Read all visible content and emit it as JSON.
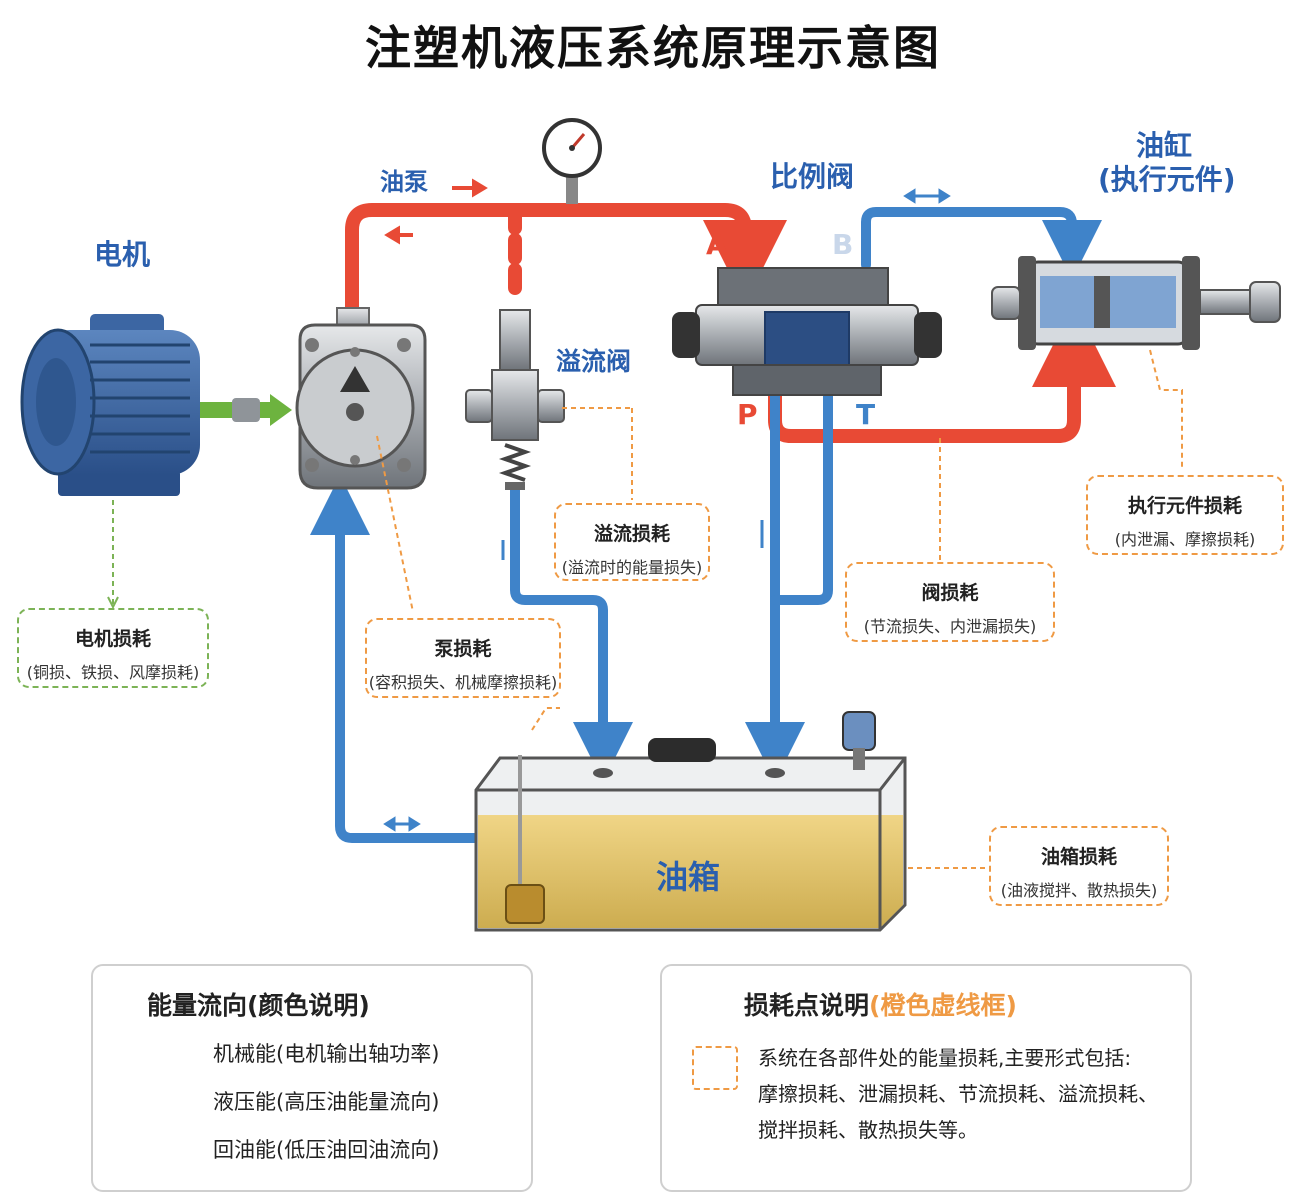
{
  "title": "注塑机液压系统原理示意图",
  "components": {
    "motor": "电机",
    "pump": "油泵",
    "relief_valve": "溢流阀",
    "proportional_valve": "比例阀",
    "cylinder_line1": "油缸",
    "cylinder_line2": "(执行元件)",
    "tank": "油箱"
  },
  "ports": {
    "a": "A",
    "b": "B",
    "p": "P",
    "t": "T"
  },
  "losses": {
    "motor": {
      "title": "电机损耗",
      "detail": "(铜损、铁损、风摩损耗)"
    },
    "pump": {
      "title": "泵损耗",
      "detail": "(容积损失、机械摩擦损耗)"
    },
    "relief": {
      "title": "溢流损耗",
      "detail": "(溢流时的能量损失)"
    },
    "valve": {
      "title": "阀损耗",
      "detail": "(节流损失、内泄漏损失)"
    },
    "actuator": {
      "title": "执行元件损耗",
      "detail": "(内泄漏、摩擦损耗)"
    },
    "tank": {
      "title": "油箱损耗",
      "detail": "(油液搅拌、散热损失)"
    }
  },
  "legend": {
    "title": "能量流向(颜色说明)",
    "items": [
      {
        "label": "机械能(电机输出轴功率)",
        "color": "#6db33f"
      },
      {
        "label": "液压能(高压油能量流向)",
        "color": "#e84a35"
      },
      {
        "label": "回油能(低压油回油流向)",
        "color": "#3f83c9"
      }
    ]
  },
  "loss_note": {
    "title": "损耗点说明",
    "title_highlight": "(橙色虚线框)",
    "lines": [
      "系统在各部件处的能量损耗,主要形式包括:",
      "摩擦损耗、泄漏损耗、节流损耗、溢流损耗、",
      "搅拌损耗、散热损失等。"
    ],
    "highlight_color": "#ef9a44"
  },
  "colors": {
    "mechanical": "#6db33f",
    "hydraulic": "#e84a35",
    "return": "#3f83c9",
    "loss": "#ef9a44",
    "label": "#2a5fae"
  }
}
